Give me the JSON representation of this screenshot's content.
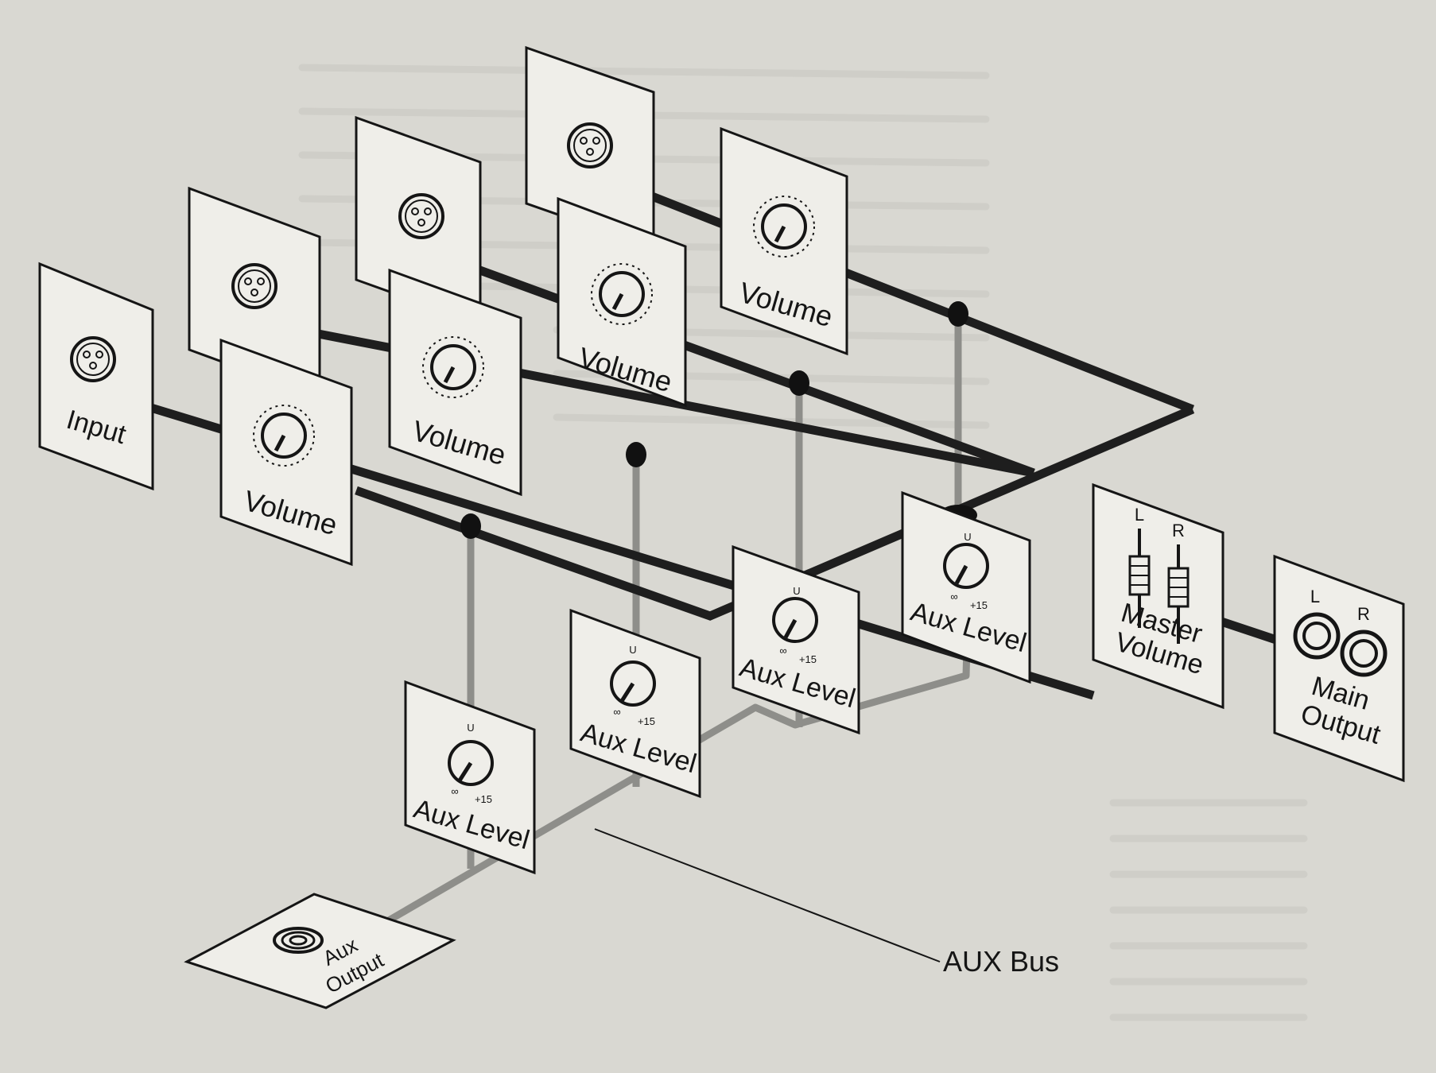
{
  "diagram": {
    "input_panel_label": "Input",
    "volume_label": "Volume",
    "aux_level_label_1": "Aux Level",
    "aux_level_label_2": "Aux Level",
    "aux_level_label_3": "Aux Level",
    "aux_level_label_4": "Aux Level",
    "master_volume_line1": "Master",
    "master_volume_line2": "Volume",
    "main_output_line1": "Main",
    "main_output_line2": "Output",
    "aux_output_line1": "Aux",
    "aux_output_line2": "Output",
    "aux_bus_callout": "AUX Bus",
    "knob_unity_mark": "U",
    "knob_max_mark": "+15",
    "knob_min_mark": "∞",
    "channel_left_mark": "L",
    "channel_right_mark": "R",
    "colors": {
      "main_bus": "#1e1e1e",
      "aux_bus": "#8e8e8a",
      "panel_fill": "#efeee9",
      "background": "#d9d8d2"
    }
  }
}
